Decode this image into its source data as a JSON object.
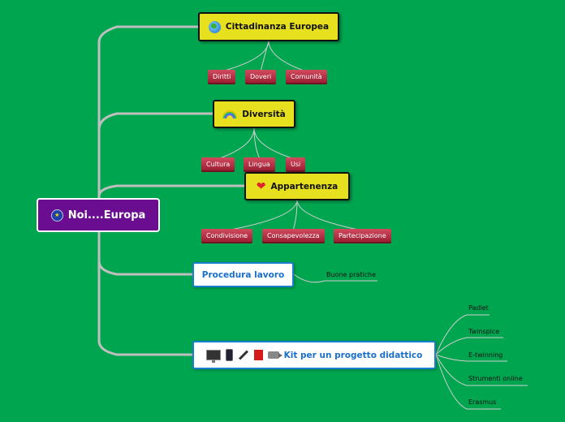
{
  "central": {
    "label": "Noi....Europa",
    "icon": "eu-flag-icon"
  },
  "topics": [
    {
      "label": "Cittadinanza Europea",
      "icon": "globe-icon",
      "children": [
        "Diritti",
        "Doveri",
        "Comunità"
      ]
    },
    {
      "label": "Diversità",
      "icon": "rainbow-icon",
      "children": [
        "Cultura",
        "Lingua",
        "Usi"
      ]
    },
    {
      "label": "Appartenenza",
      "icon": "heart-icon",
      "children": [
        "Condivisione",
        "Consapevolezza",
        "Partecipazione"
      ]
    },
    {
      "label": "Procedura lavoro",
      "children": [
        "Buone pratiche"
      ]
    },
    {
      "label": "Kit per un progetto didattico",
      "icons": [
        "computer-icon",
        "phone-icon",
        "pen-icon",
        "book-icon",
        "camera-icon"
      ],
      "children": [
        "Padlet",
        "Twinspice",
        "E-twinning",
        "Strumenti online",
        "Erasmus"
      ]
    }
  ],
  "colors": {
    "background": "#00a550",
    "central": "#6a0d91",
    "topic_yellow": "#e6e01e",
    "tag": "#b4283f",
    "link_text": "#1a6fc9"
  }
}
